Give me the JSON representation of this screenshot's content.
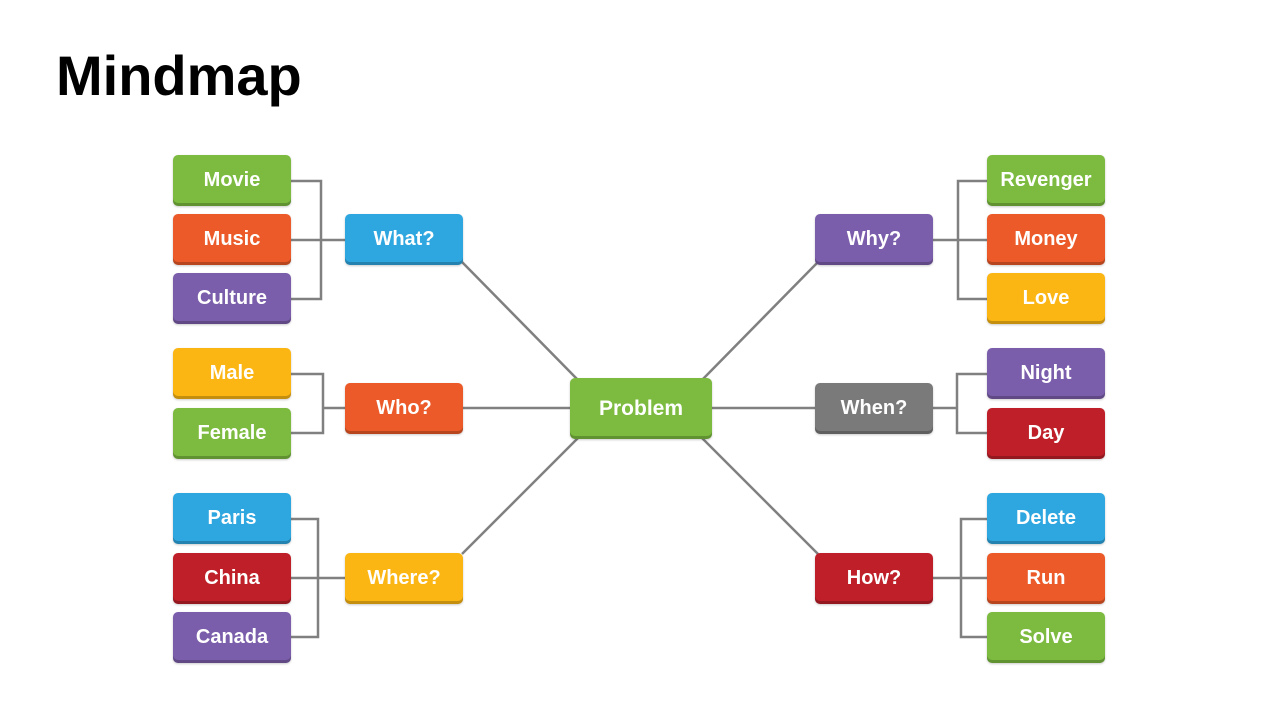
{
  "title": "Mindmap",
  "colors": {
    "green": "#7cbb3f",
    "orange": "#eb5a28",
    "purple": "#7b5eab",
    "blue": "#2ea7e0",
    "yellow": "#fbb614",
    "red": "#be1f28",
    "gray": "#7a7a7a",
    "connector": "#808080"
  },
  "center": {
    "label": "Problem"
  },
  "branches": {
    "what": {
      "label": "What?",
      "leaves": [
        "Movie",
        "Music",
        "Culture"
      ]
    },
    "who": {
      "label": "Who?",
      "leaves": [
        "Male",
        "Female"
      ]
    },
    "where": {
      "label": "Where?",
      "leaves": [
        "Paris",
        "China",
        "Canada"
      ]
    },
    "why": {
      "label": "Why?",
      "leaves": [
        "Revenger",
        "Money",
        "Love"
      ]
    },
    "when": {
      "label": "When?",
      "leaves": [
        "Night",
        "Day"
      ]
    },
    "how": {
      "label": "How?",
      "leaves": [
        "Delete",
        "Run",
        "Solve"
      ]
    }
  }
}
